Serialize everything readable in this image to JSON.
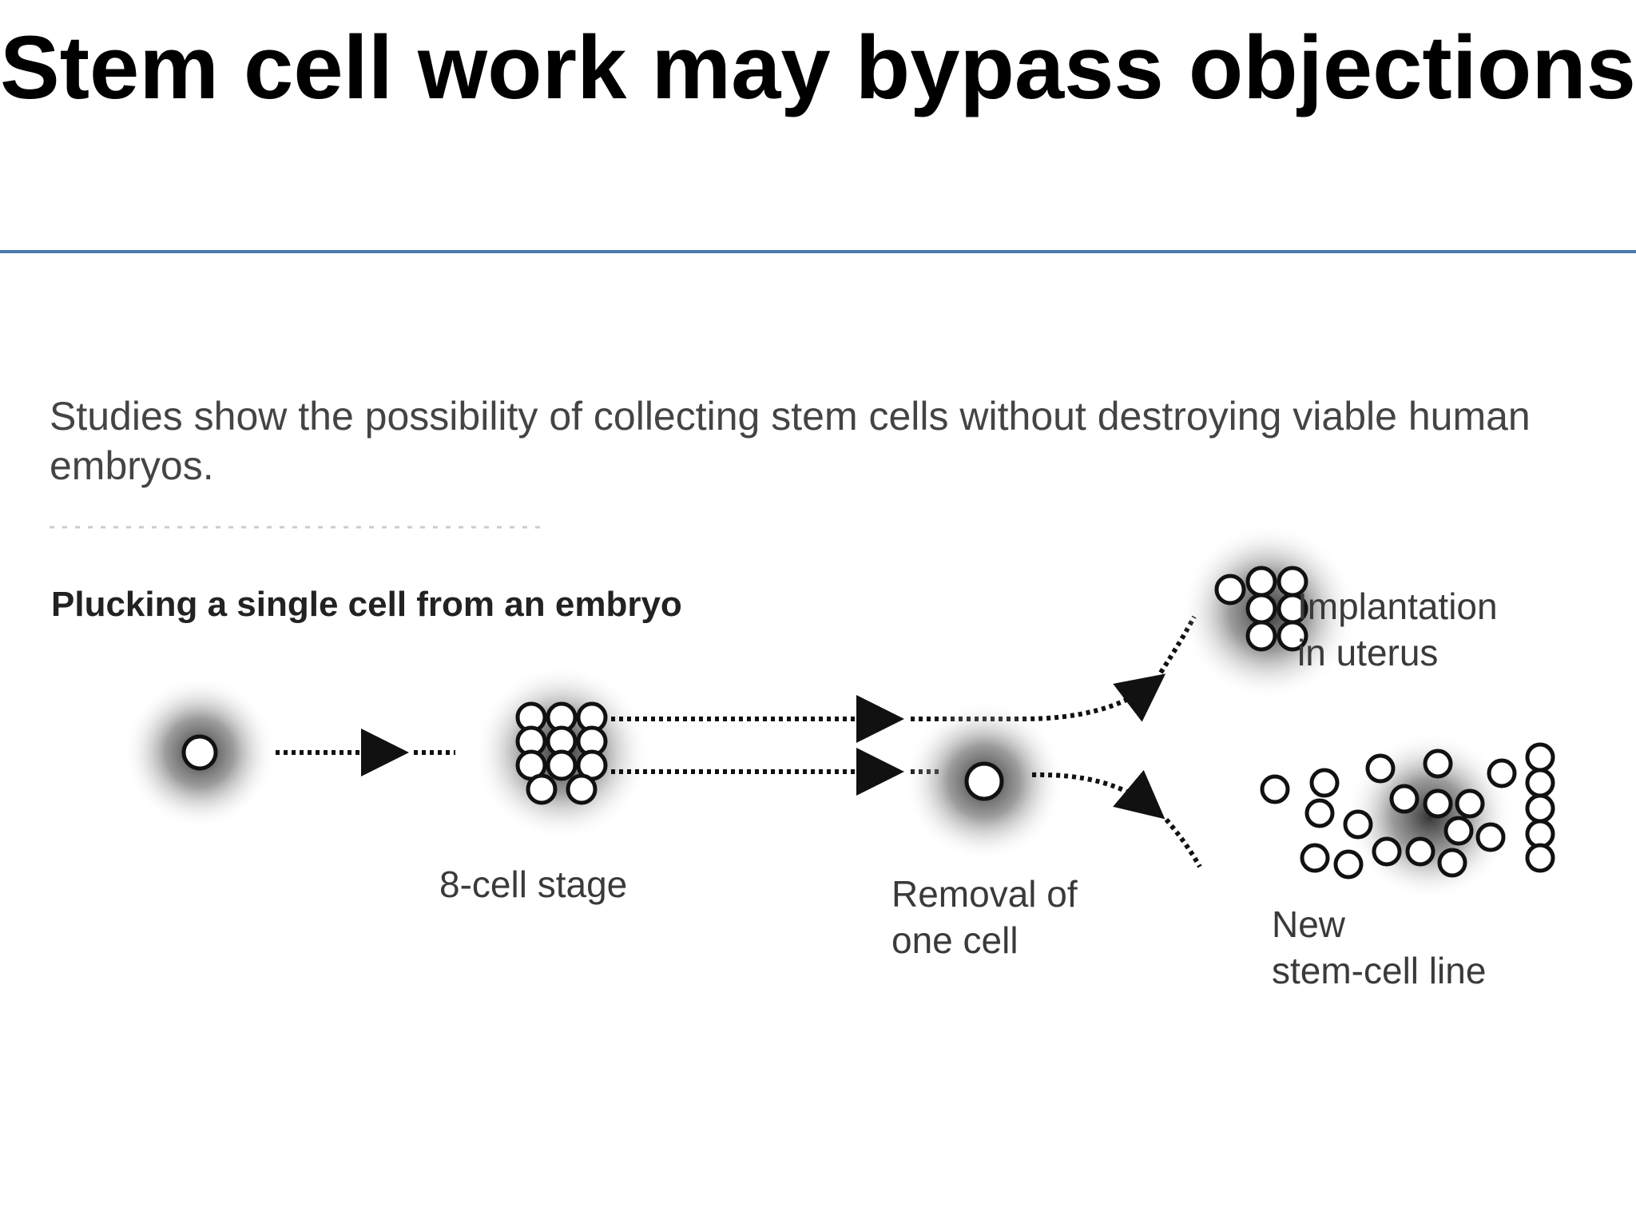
{
  "title": "Stem cell work may bypass objections",
  "figure": {
    "caption": "Studies show the possibility of collecting stem cells without  destroying viable human embryos.",
    "subheading": "Plucking a single cell from an embryo",
    "labels": {
      "eight_cell_stage": "8-cell stage",
      "removal_line1": "Removal of",
      "removal_line2": "one cell",
      "implant_line1": "Implantation",
      "implant_line2": "in uterus",
      "newline_line1": "New",
      "newline_line2": "stem-cell line"
    },
    "colors": {
      "rule": "#4a7ab0",
      "halo": "#3a3a3a",
      "cell_stroke": "#111111"
    }
  }
}
